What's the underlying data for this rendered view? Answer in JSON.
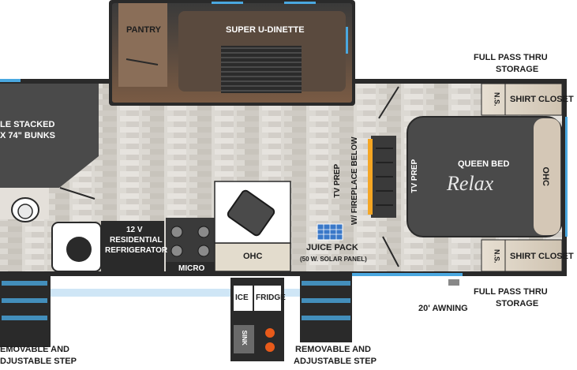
{
  "floorplan": {
    "labels": {
      "pantry": "PANTRY",
      "super_dinette": "SUPER U-DINETTE",
      "full_pass_top_1": "FULL PASS THRU",
      "full_pass_top_2": "STORAGE",
      "bunks_1": "LE STACKED",
      "bunks_2": "X 74\" BUNKS",
      "ns_top": "N.S.",
      "shirt_closet_top": "SHIRT CLOSET",
      "queen_bed": "QUEEN BED",
      "relax": "Relax",
      "ohc_bed": "OHC",
      "tv_prep_left_1": "TV PREP",
      "tv_prep_left_2": "W/ FIREPLACE BELOW",
      "tv_prep_right": "TV PREP",
      "fridge_1": "12 V",
      "fridge_2": "RESIDENTIAL",
      "fridge_3": "REFRIGERATOR",
      "micro": "MICRO",
      "ohc_kitchen": "OHC",
      "juice_pack_1": "JUICE PACK",
      "juice_pack_2": "(50 W. SOLAR PANEL)",
      "ns_bottom": "N.S.",
      "shirt_closet_bottom": "SHIRT CLOSET",
      "full_pass_bottom_1": "FULL PASS THRU",
      "full_pass_bottom_2": "STORAGE",
      "awning": "20' AWNING",
      "ice": "ICE",
      "fridge_outdoor": "FRIDGE",
      "sink": "SINK",
      "step_left_1": "EMOVABLE AND",
      "step_left_2": "DJUSTABLE STEP",
      "step_right_1": "REMOVABLE AND",
      "step_right_2": "ADJUSTABLE STEP"
    },
    "colors": {
      "dark": "#3b3b3b",
      "wall": "#2a2a2a",
      "floor": "#d9d6d0",
      "slideout_floor": "#7a5e4a",
      "accent_blue": "#4aa8e0",
      "fireplace_glow": "#f5a623",
      "solar_blue": "#3a78c8"
    }
  }
}
